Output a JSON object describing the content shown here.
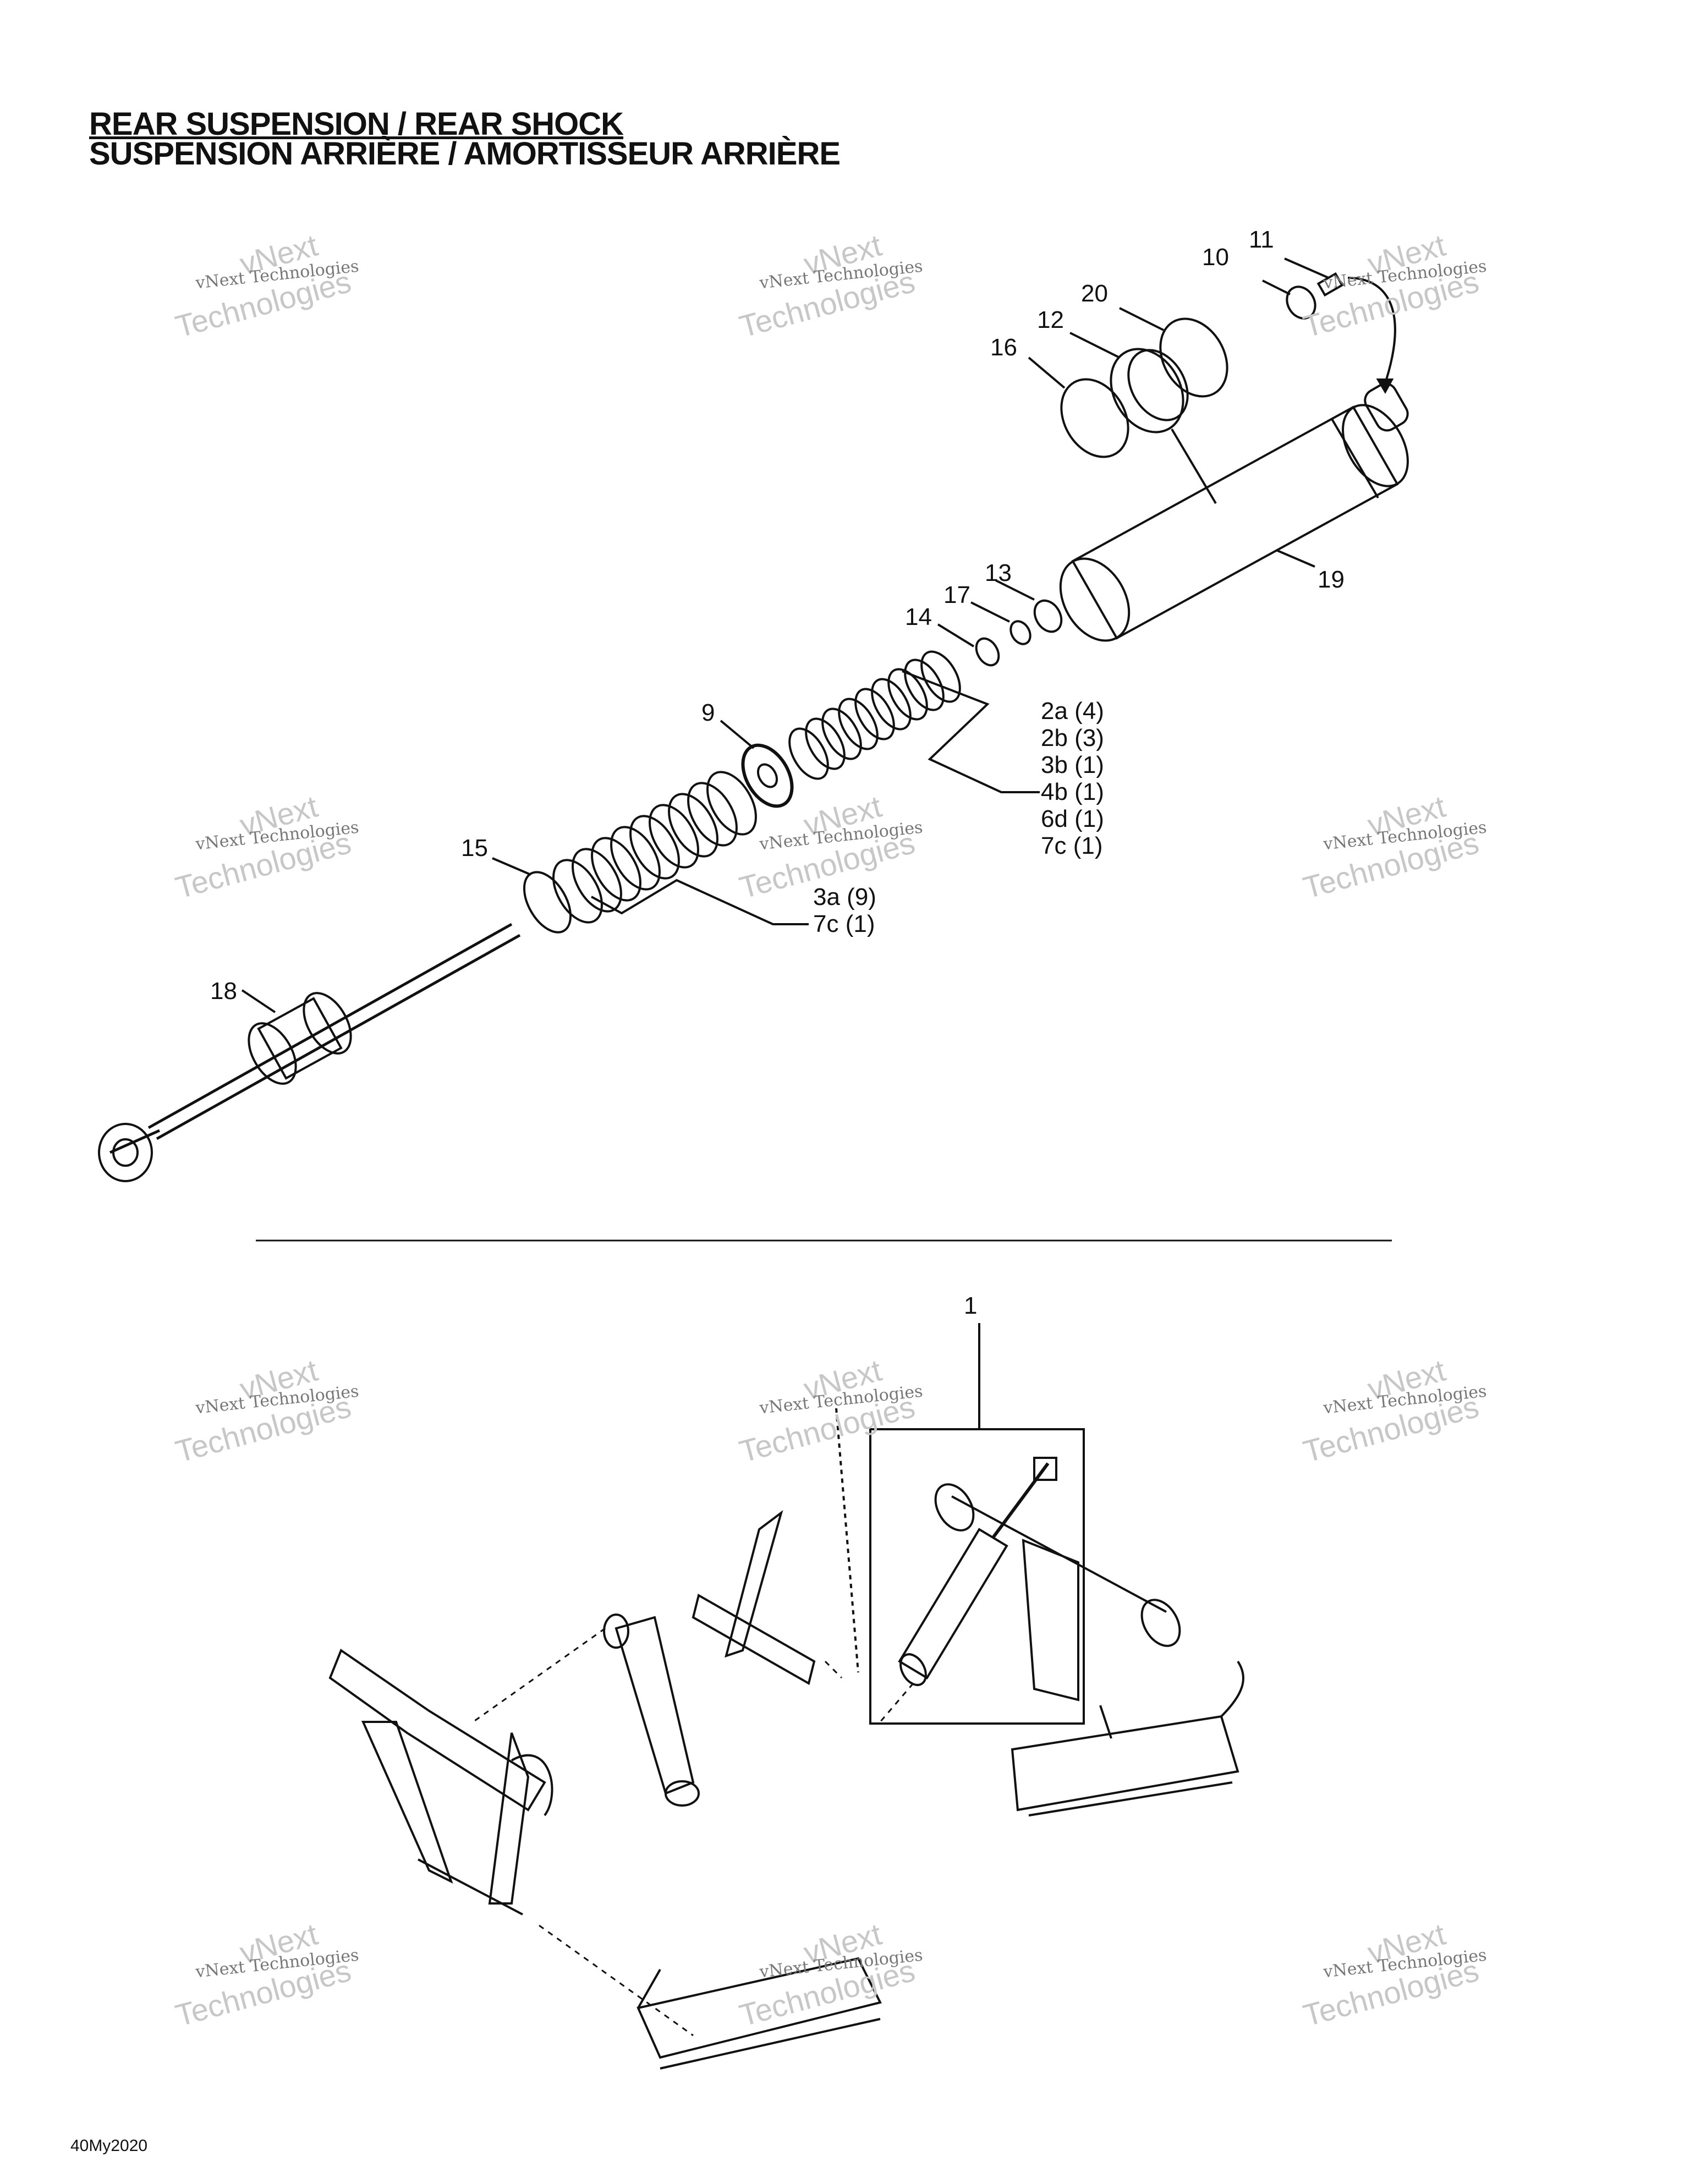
{
  "title": {
    "line1": "REAR SUSPENSION / REAR SHOCK",
    "line2": "SUSPENSION ARRIÈRE / AMORTISSEUR ARRIÈRE"
  },
  "callouts": {
    "c1": "1",
    "c9": "9",
    "c10": "10",
    "c11": "11",
    "c12": "12",
    "c13": "13",
    "c14": "14",
    "c15": "15",
    "c16": "16",
    "c17": "17",
    "c18": "18",
    "c19": "19",
    "c20": "20"
  },
  "spring_stack_upper": [
    "2a (4)",
    "2b (3)",
    "3b (1)",
    "4b (1)",
    "6d (1)",
    "7c (1)"
  ],
  "spring_stack_lower": [
    "3a (9)",
    "7c (1)"
  ],
  "watermark": {
    "top": "vNext",
    "middle": "vNext Technologies",
    "bottom": "Technologies"
  },
  "footer": "40My2020"
}
